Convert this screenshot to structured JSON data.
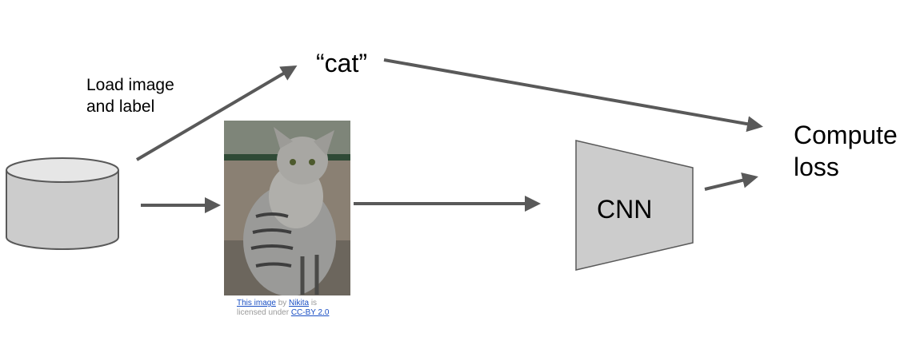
{
  "labels": {
    "load": [
      "Load image",
      "and label"
    ],
    "cat": "“cat”",
    "cnn": "CNN",
    "loss": [
      "Compute",
      "loss"
    ]
  },
  "credit": {
    "image_link": "This image",
    "by": "by",
    "author_link": "Nikita",
    "is": "is",
    "licensed": "licensed under",
    "license_link": "CC-BY 2.0"
  },
  "colors": {
    "arrow": "#595959",
    "shape_fill": "#cccccc",
    "shape_fill_light": "#e6e6e6",
    "shape_stroke": "#595959"
  },
  "icons": {
    "database": "database-cylinder-icon",
    "photo": "cat-photo"
  }
}
